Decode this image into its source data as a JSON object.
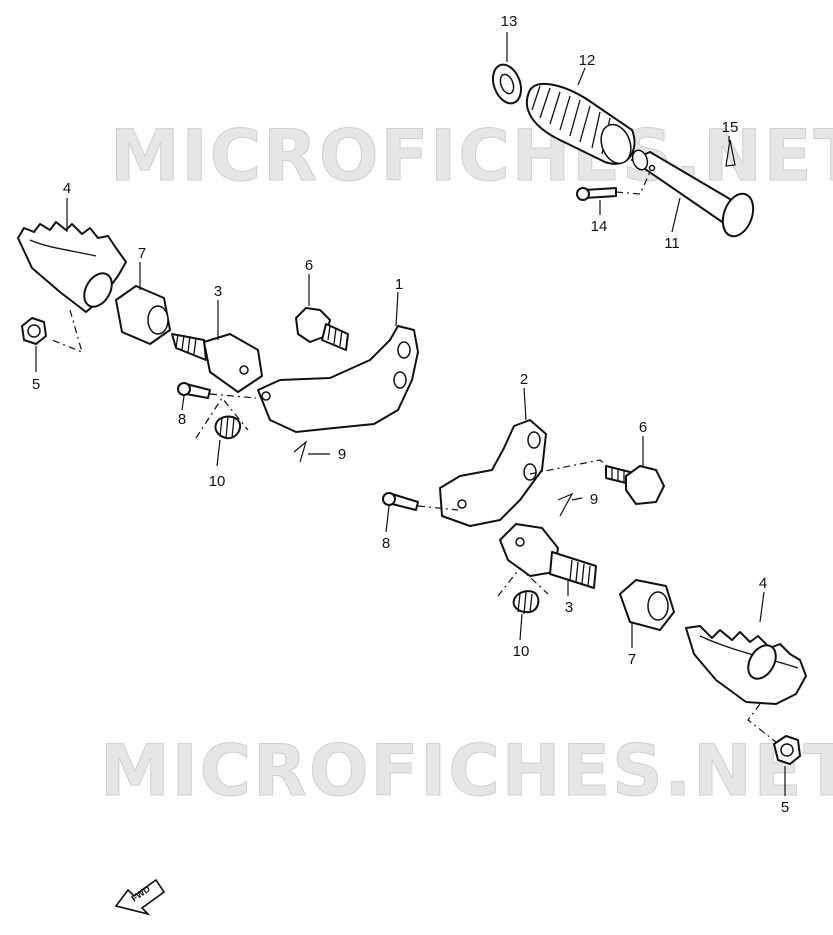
{
  "watermark": "MICROFICHES.NET",
  "fwd_label": "FWD",
  "labels": [
    {
      "id": "lbl-13",
      "text": "13"
    },
    {
      "id": "lbl-12",
      "text": "12"
    },
    {
      "id": "lbl-15",
      "text": "15"
    },
    {
      "id": "lbl-14",
      "text": "14"
    },
    {
      "id": "lbl-11",
      "text": "11"
    },
    {
      "id": "lbl-4-left",
      "text": "4"
    },
    {
      "id": "lbl-7-left",
      "text": "7"
    },
    {
      "id": "lbl-3-left",
      "text": "3"
    },
    {
      "id": "lbl-6-left",
      "text": "6"
    },
    {
      "id": "lbl-1",
      "text": "1"
    },
    {
      "id": "lbl-5-left",
      "text": "5"
    },
    {
      "id": "lbl-8-left",
      "text": "8"
    },
    {
      "id": "lbl-9-left",
      "text": "9"
    },
    {
      "id": "lbl-10-left",
      "text": "10"
    },
    {
      "id": "lbl-2",
      "text": "2"
    },
    {
      "id": "lbl-6-right",
      "text": "6"
    },
    {
      "id": "lbl-9-right",
      "text": "9"
    },
    {
      "id": "lbl-8-right",
      "text": "8"
    },
    {
      "id": "lbl-3-right",
      "text": "3"
    },
    {
      "id": "lbl-10-right",
      "text": "10"
    },
    {
      "id": "lbl-7-right",
      "text": "7"
    },
    {
      "id": "lbl-4-right",
      "text": "4"
    },
    {
      "id": "lbl-5-right",
      "text": "5"
    }
  ]
}
